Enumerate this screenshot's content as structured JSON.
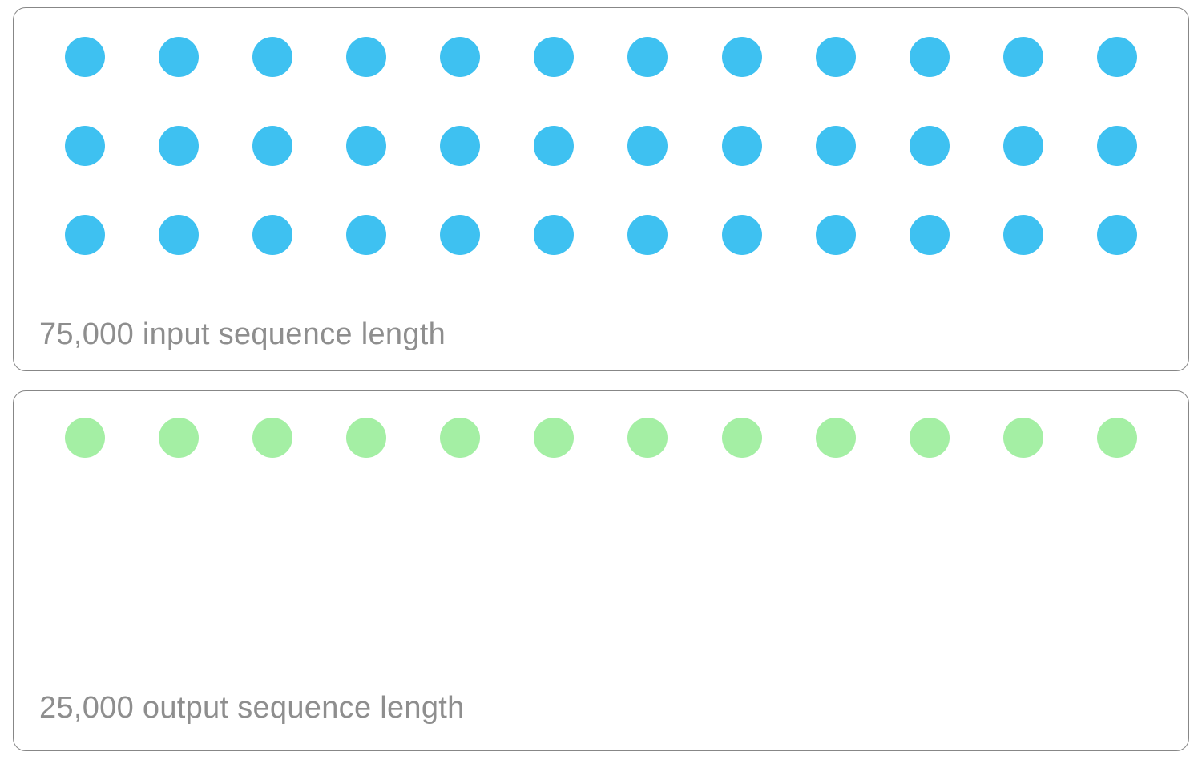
{
  "panels": [
    {
      "id": "input",
      "label": "75,000 input sequence length",
      "dot_color": "#3EC1F1",
      "dot_rows": 3,
      "dot_cols": 12,
      "dot_total": 36
    },
    {
      "id": "output",
      "label": "25,000 output sequence length",
      "dot_color": "#A4EFA4",
      "dot_rows": 1,
      "dot_cols": 12,
      "dot_total": 12
    }
  ],
  "colors": {
    "background": "#ffffff",
    "panel_border": "#878787",
    "label_text": "#8e8e8e",
    "input_dot": "#3EC1F1",
    "output_dot": "#A4EFA4"
  }
}
